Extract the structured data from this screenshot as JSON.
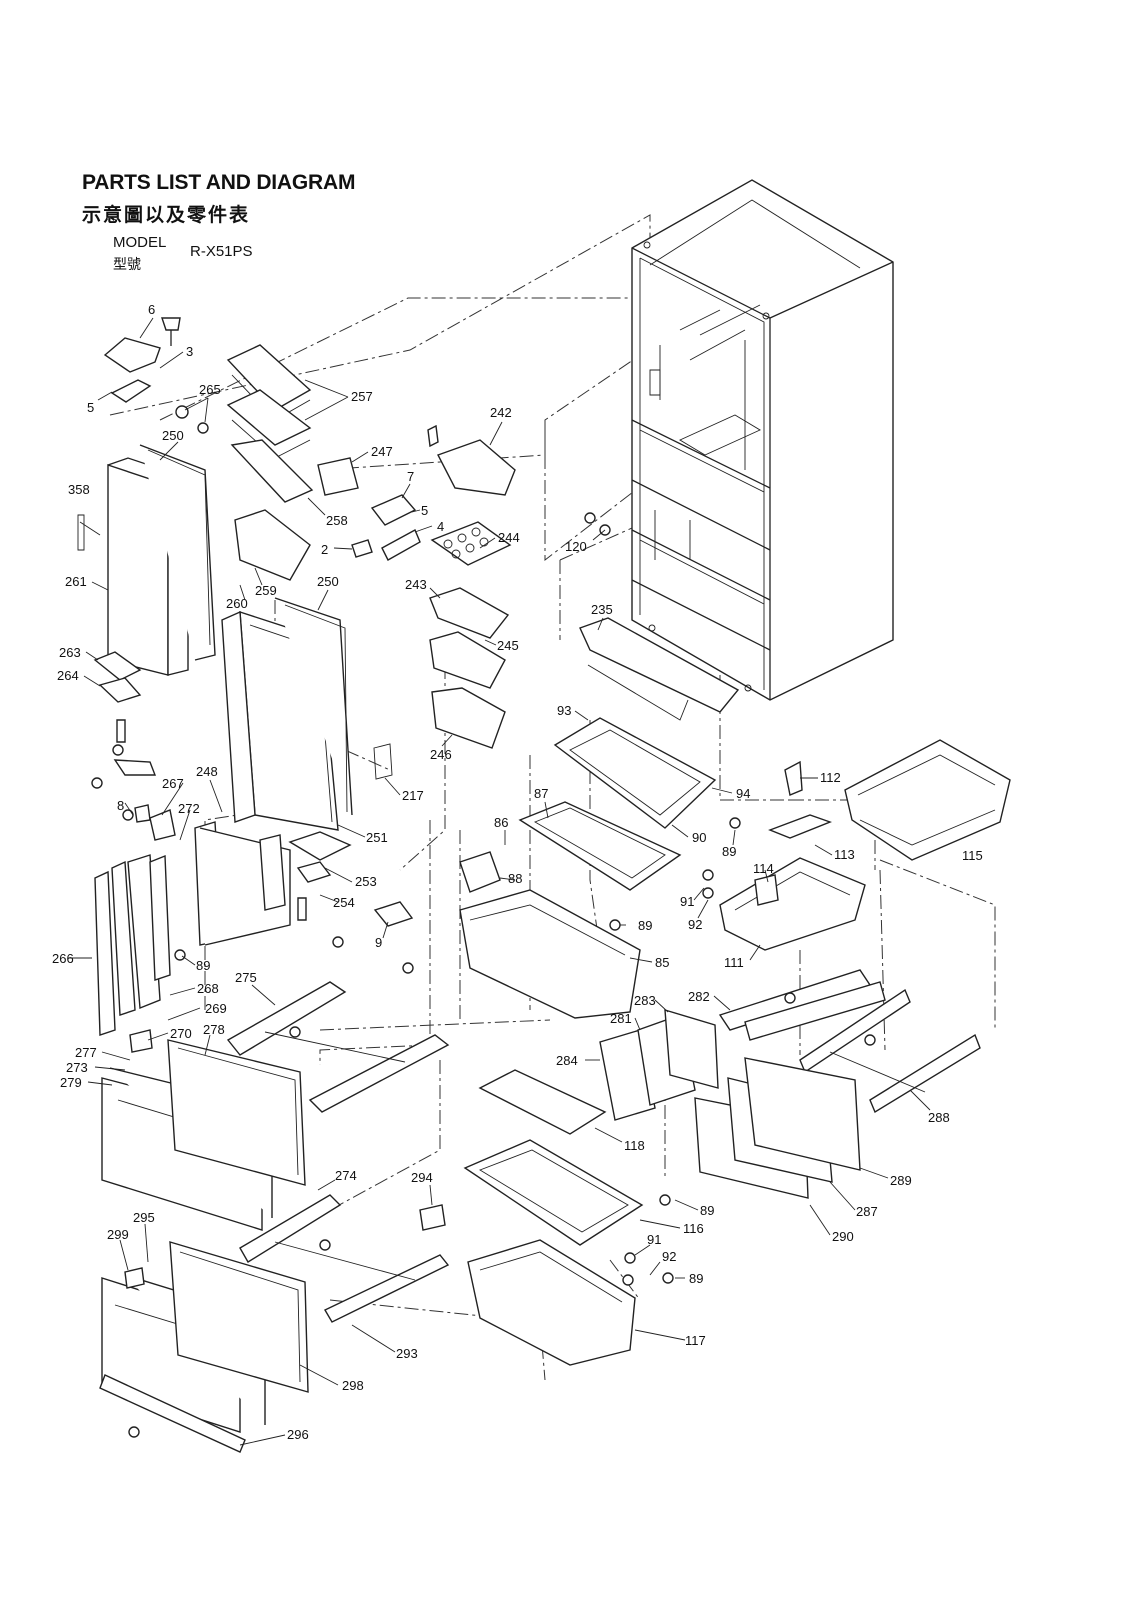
{
  "header": {
    "title": "PARTS LIST AND DIAGRAM",
    "title_cn": "示意圖以及零件表",
    "model_label": "MODEL",
    "model_label_cn": "型號",
    "model_value": "R-X51PS"
  },
  "callouts": {
    "c6": "6",
    "c3": "3",
    "c5a": "5",
    "c265": "265",
    "c250a": "250",
    "c257": "257",
    "c247": "247",
    "c7": "7",
    "c5b": "5",
    "c4": "4",
    "c2": "2",
    "c258": "258",
    "c242": "242",
    "c244": "244",
    "c120": "120",
    "c358": "358",
    "c261": "261",
    "c259": "259",
    "c260": "260",
    "c250b": "250",
    "c243": "243",
    "c245": "245",
    "c235": "235",
    "c263": "263",
    "c264": "264",
    "c246": "246",
    "c93": "93",
    "c248": "248",
    "c267": "267",
    "c217": "217",
    "c112": "112",
    "c94": "94",
    "c87": "87",
    "c272": "272",
    "c8": "8",
    "c86": "86",
    "c251": "251",
    "c90": "90",
    "c89a": "89",
    "c113": "113",
    "c115": "115",
    "c253": "253",
    "c88": "88",
    "c114": "114",
    "c254": "254",
    "c91a": "91",
    "c92a": "92",
    "c9": "9",
    "c89b": "89",
    "c266": "266",
    "c89c": "89",
    "c85": "85",
    "c111": "111",
    "c275": "275",
    "c268": "268",
    "c269": "269",
    "c283": "283",
    "c282": "282",
    "c281": "281",
    "c278": "278",
    "c270": "270",
    "c277": "277",
    "c273": "273",
    "c279": "279",
    "c284": "284",
    "c288": "288",
    "c118": "118",
    "c274": "274",
    "c294": "294",
    "c289": "289",
    "c89d": "89",
    "c287": "287",
    "c116": "116",
    "c295": "295",
    "c299": "299",
    "c290": "290",
    "c91b": "91",
    "c92b": "92",
    "c89e": "89",
    "c293": "293",
    "c117": "117",
    "c298": "298",
    "c296": "296"
  }
}
